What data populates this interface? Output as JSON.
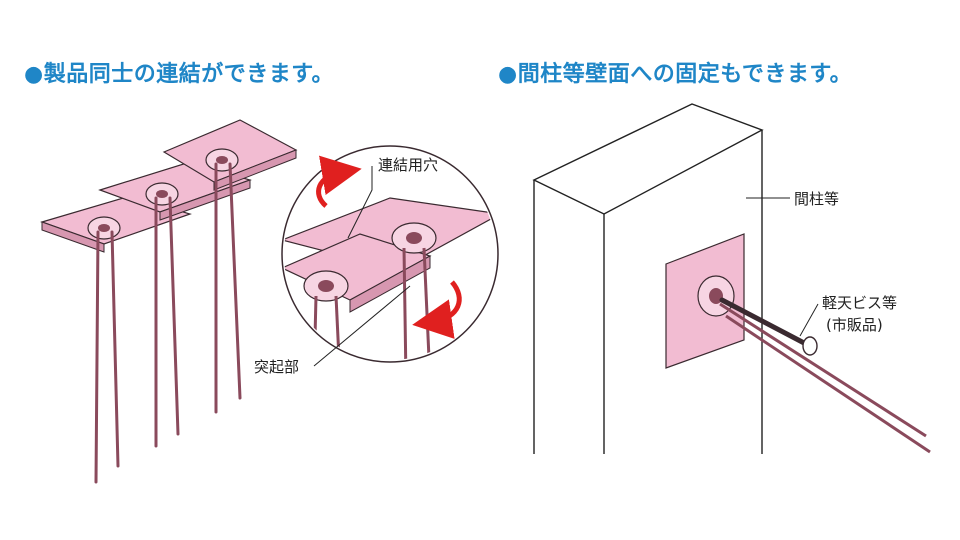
{
  "left_panel": {
    "heading": "●製品同士の連結ができます。",
    "labels": {
      "connection_hole": "連結用穴",
      "protrusion": "突起部"
    }
  },
  "right_panel": {
    "heading": "●間柱等壁面への固定もできます。",
    "labels": {
      "stud": "間柱等",
      "screw": "軽天ビス等",
      "screw_note": "(市販品)"
    }
  },
  "colors": {
    "heading": "#1f86c7",
    "plate": "#f2bcd2",
    "rod": "#8a4a5c",
    "arrow": "#e0201f"
  }
}
